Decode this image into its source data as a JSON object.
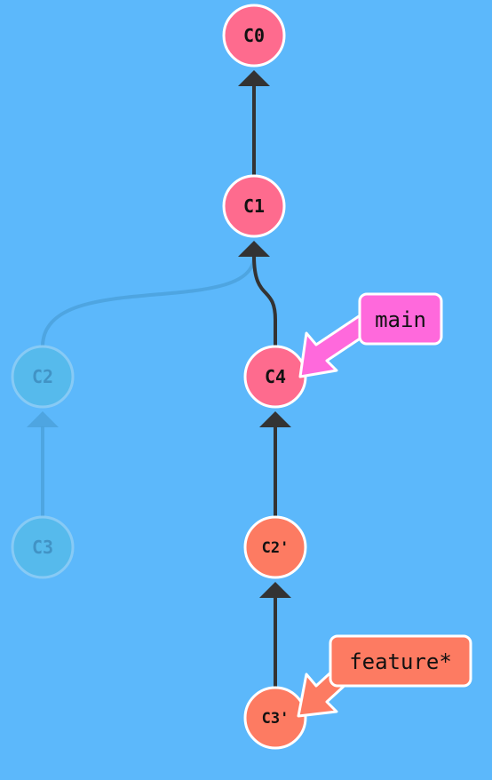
{
  "colors": {
    "background": "#5cb8fb",
    "main_commit": "#fe6b8e",
    "rebased_commit": "#fd7b62",
    "ghost_commit": "#56bbeb",
    "edge": "#333333",
    "main_branch": "#ff69dc",
    "feature_branch": "#fd7b62"
  },
  "commits": [
    {
      "id": "c0",
      "label": "C0",
      "kind": "main"
    },
    {
      "id": "c1",
      "label": "C1",
      "kind": "main"
    },
    {
      "id": "c2",
      "label": "C2",
      "kind": "ghost"
    },
    {
      "id": "c3",
      "label": "C3",
      "kind": "ghost"
    },
    {
      "id": "c4",
      "label": "C4",
      "kind": "main"
    },
    {
      "id": "c2p",
      "label": "C2'",
      "kind": "rebased"
    },
    {
      "id": "c3p",
      "label": "C3'",
      "kind": "rebased"
    }
  ],
  "edges": [
    {
      "from": "c1",
      "to": "c0"
    },
    {
      "from": "c2",
      "to": "c1"
    },
    {
      "from": "c3",
      "to": "c2"
    },
    {
      "from": "c4",
      "to": "c1"
    },
    {
      "from": "c2p",
      "to": "c4"
    },
    {
      "from": "c3p",
      "to": "c2p"
    }
  ],
  "branches": [
    {
      "name": "main",
      "target": "c4"
    },
    {
      "name": "feature*",
      "target": "c3p"
    }
  ]
}
